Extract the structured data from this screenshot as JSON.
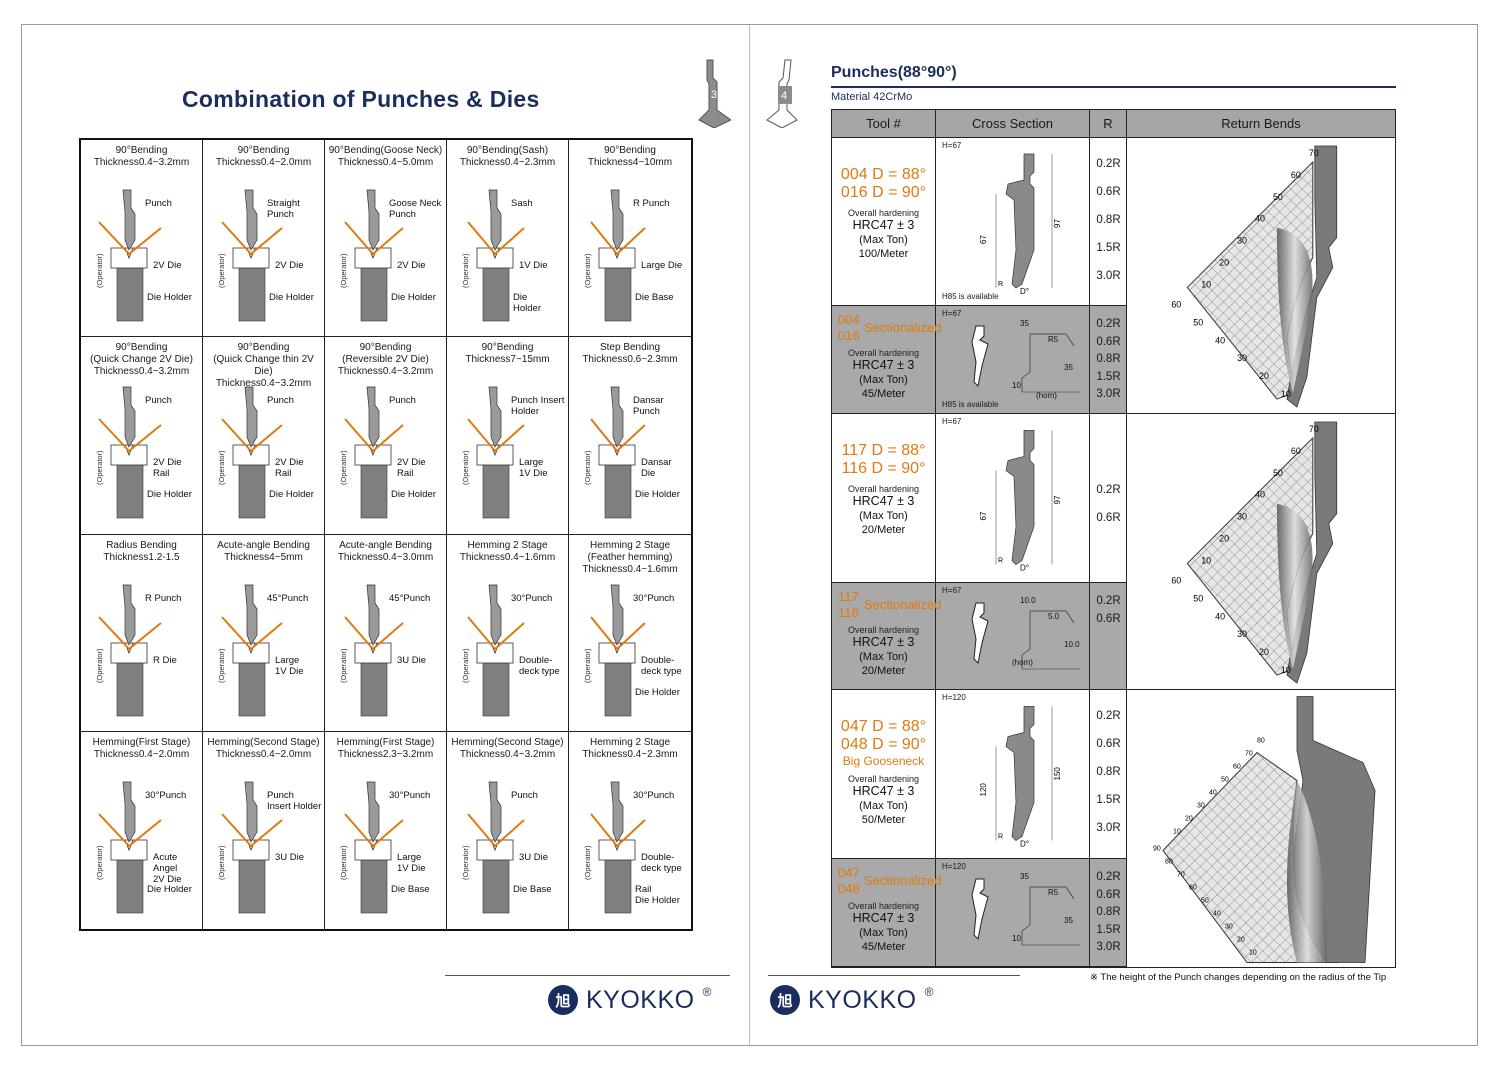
{
  "left_page": {
    "title": "Combination of Punches & Dies",
    "page_number": "3",
    "cells": [
      {
        "title": "90°Bending\nThickness0.4~3.2mm",
        "labels": [
          "Punch",
          "2V Die",
          "Die Holder"
        ]
      },
      {
        "title": "90°Bending\nThickness0.4~2.0mm",
        "labels": [
          "Straight\nPunch",
          "2V Die",
          "Die Holder"
        ]
      },
      {
        "title": "90°Bending(Goose Neck)\nThickness0.4~5.0mm",
        "labels": [
          "Goose Neck\nPunch",
          "2V Die",
          "Die Holder"
        ]
      },
      {
        "title": "90°Bending(Sash)\nThickness0.4~2.3mm",
        "labels": [
          "Sash",
          "1V Die",
          "Die\nHolder"
        ]
      },
      {
        "title": "90°Bending\nThickness4~10mm",
        "labels": [
          "R Punch",
          "Large Die",
          "Die Base"
        ]
      },
      {
        "title": "90°Bending\n(Quick Change 2V Die)\nThickness0.4~3.2mm",
        "labels": [
          "Punch",
          "2V Die\nRail",
          "Die Holder"
        ]
      },
      {
        "title": "90°Bending\n(Quick Change thin 2V Die)\nThickness0.4~3.2mm",
        "labels": [
          "Punch",
          "2V Die\nRail",
          "Die Holder"
        ]
      },
      {
        "title": "90°Bending\n(Reversible 2V Die)\nThickness0.4~3.2mm",
        "labels": [
          "Punch",
          "2V Die\nRail",
          "Die Holder"
        ]
      },
      {
        "title": "90°Bending\nThickness7~15mm",
        "labels": [
          "Punch Insert\nHolder",
          "Large\n1V Die",
          ""
        ]
      },
      {
        "title": "Step Bending\nThickness0.6~2.3mm",
        "labels": [
          "Dansar\nPunch",
          "Dansar\nDie",
          "Die Holder"
        ]
      },
      {
        "title": "Radius Bending\nThickness1.2-1.5",
        "labels": [
          "R Punch",
          "R Die",
          ""
        ]
      },
      {
        "title": "Acute-angle Bending\nThickness4~5mm",
        "labels": [
          "45°Punch",
          "Large\n1V Die",
          ""
        ]
      },
      {
        "title": "Acute-angle Bending\nThickness0.4~3.0mm",
        "labels": [
          "45°Punch",
          "3U Die",
          ""
        ]
      },
      {
        "title": "Hemming 2 Stage\nThickness0.4~1.6mm",
        "labels": [
          "30°Punch",
          "Double-\ndeck type",
          ""
        ]
      },
      {
        "title": "Hemming 2 Stage\n(Feather hemming)\nThickness0.4~1.6mm",
        "labels": [
          "30°Punch",
          "Double-\ndeck type",
          "Die Holder"
        ]
      },
      {
        "title": "Hemming(First Stage)\nThickness0.4~2.0mm",
        "labels": [
          "30°Punch",
          "Acute Angel\n2V Die",
          "Die Holder"
        ]
      },
      {
        "title": "Hemming(Second Stage)\nThickness0.4~2.0mm",
        "labels": [
          "Punch\nInsert Holder",
          "3U Die",
          ""
        ]
      },
      {
        "title": "Hemming(First Stage)\nThickness2.3~3.2mm",
        "labels": [
          "30°Punch",
          "Large\n1V Die",
          "Die Base"
        ]
      },
      {
        "title": "Hemming(Second Stage)\nThickness0.4~3.2mm",
        "labels": [
          "Punch",
          "3U Die",
          "Die Base"
        ]
      },
      {
        "title": "Hemming 2 Stage\nThickness0.4~2.3mm",
        "labels": [
          "30°Punch",
          "Double-\ndeck type",
          "Rail\nDie Holder"
        ]
      }
    ],
    "operator_label": "(Operator)",
    "brand": {
      "logo": "旭",
      "name": "KYOKKO",
      "reg": "®"
    }
  },
  "right_page": {
    "title": "Punches(88°90°)",
    "page_number": "4",
    "material": "Material 42CrMo",
    "headers": [
      "Tool #",
      "Cross Section",
      "R",
      "Return Bends"
    ],
    "rows": [
      {
        "codes": [
          "004",
          "016"
        ],
        "d": [
          "D = 88°",
          "D = 90°"
        ],
        "extra": "",
        "hardening": "Overall hardening",
        "hrc": "HRC47 ± 3",
        "maxton": "(Max Ton)",
        "meter": "100/Meter",
        "h": "H=67",
        "h85": "H85 is available",
        "r": [
          "0.2R",
          "0.6R",
          "0.8R",
          "1.5R",
          "3.0R"
        ],
        "dims": [
          "67",
          "97",
          "R",
          "D°"
        ]
      },
      {
        "sectional": true,
        "codes": [
          "004",
          "016"
        ],
        "sec": "Sectionalized",
        "hardening": "Overall hardening",
        "hrc": "HRC47 ± 3",
        "maxton": "(Max Ton)",
        "meter": "45/Meter",
        "h": "H=67",
        "h85": "H85 is available",
        "r": [
          "0.2R",
          "0.6R",
          "0.8R",
          "1.5R",
          "3.0R"
        ],
        "dims": [
          "35",
          "R5",
          "35",
          "10",
          "(hom)"
        ]
      },
      {
        "codes": [
          "117",
          "116"
        ],
        "d": [
          "D = 88°",
          "D = 90°"
        ],
        "extra": "",
        "hardening": "Overall hardening",
        "hrc": "HRC47 ± 3",
        "maxton": "(Max Ton)",
        "meter": "20/Meter",
        "h": "H=67",
        "h85": "",
        "r": [
          "0.2R",
          "0.6R"
        ],
        "dims": [
          "67",
          "97",
          "R",
          "D°"
        ]
      },
      {
        "sectional": true,
        "codes": [
          "117",
          "116"
        ],
        "sec": "Sectionalized",
        "hardening": "Overall hardening",
        "hrc": "HRC47 ± 3",
        "maxton": "(Max Ton)",
        "meter": "20/Meter",
        "h": "H=67",
        "h85": "",
        "r": [
          "0.2R",
          "0.6R"
        ],
        "dims": [
          "10.0",
          "5.0",
          "10.0",
          "(hom)"
        ]
      },
      {
        "codes": [
          "047",
          "048"
        ],
        "d": [
          "D = 88°",
          "D = 90°"
        ],
        "extra": "Big Gooseneck",
        "hardening": "Overall hardening",
        "hrc": "HRC47 ± 3",
        "maxton": "(Max Ton)",
        "meter": "50/Meter",
        "h": "H=120",
        "h85": "",
        "r": [
          "0.2R",
          "0.6R",
          "0.8R",
          "1.5R",
          "3.0R"
        ],
        "dims": [
          "120",
          "150",
          "R",
          "D°"
        ]
      },
      {
        "sectional": true,
        "codes": [
          "047",
          "048"
        ],
        "sec": "Sectionalized",
        "hardening": "Overall hardening",
        "hrc": "HRC47 ± 3",
        "maxton": "(Max Ton)",
        "meter": "45/Meter",
        "h": "H=120",
        "h85": "",
        "r": [
          "0.2R",
          "0.6R",
          "0.8R",
          "1.5R",
          "3.0R"
        ],
        "dims": [
          "35",
          "R5",
          "35",
          "10"
        ]
      }
    ],
    "return_bends": [
      {
        "top": [
          "70",
          "60",
          "50",
          "40",
          "30",
          "20",
          "10"
        ],
        "side": [
          "60",
          "50",
          "40",
          "30",
          "20",
          "10"
        ]
      },
      {
        "top": [
          "70",
          "60",
          "50",
          "40",
          "30",
          "20",
          "10"
        ],
        "side": [
          "60",
          "50",
          "40",
          "30",
          "20",
          "10"
        ]
      },
      {
        "top": [
          "80",
          "70",
          "60",
          "50",
          "40",
          "30",
          "20",
          "10"
        ],
        "side": [
          "90",
          "80",
          "70",
          "60",
          "50",
          "40",
          "30",
          "20",
          "10"
        ]
      }
    ],
    "note": "※ The height  of the Punch changes depending on the radius of the Tip",
    "brand": {
      "logo": "旭",
      "name": "KYOKKO",
      "reg": "®"
    }
  },
  "colors": {
    "navy": "#1b2c5e",
    "orange": "#e07a10",
    "header_gray": "#a6a6a6",
    "tool_gray": "#7f7f7f"
  }
}
